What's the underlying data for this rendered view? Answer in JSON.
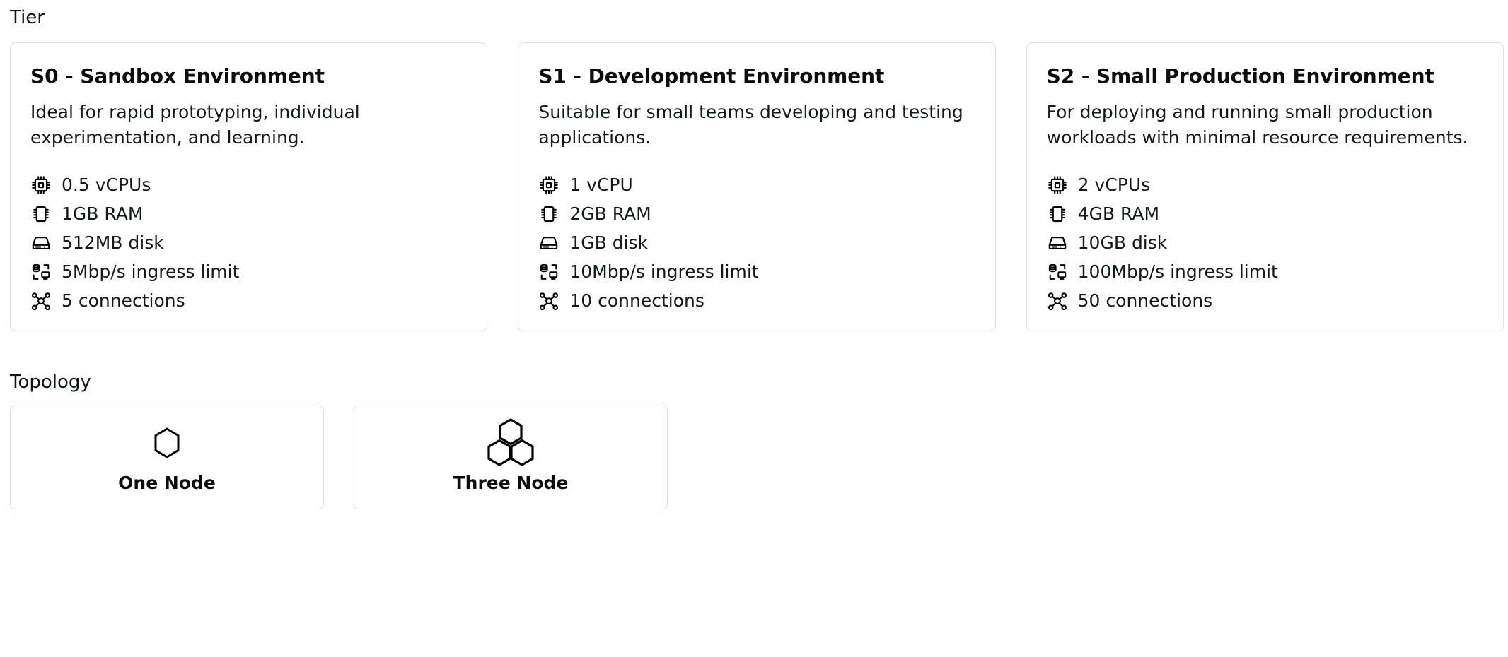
{
  "tier": {
    "section_label": "Tier",
    "cards": [
      {
        "title": "S0 - Sandbox Environment",
        "description": "Ideal for rapid prototyping, individual experimentation, and learning.",
        "specs": [
          {
            "icon": "cpu-icon",
            "text": "0.5 vCPUs"
          },
          {
            "icon": "memory-icon",
            "text": "1GB RAM"
          },
          {
            "icon": "hard-drive-icon",
            "text": "512MB disk"
          },
          {
            "icon": "data-transfer-icon",
            "text": "5Mbp/s ingress limit"
          },
          {
            "icon": "connections-icon",
            "text": "5 connections"
          }
        ]
      },
      {
        "title": "S1 - Development Environment",
        "description": "Suitable for small teams developing and testing applications.",
        "specs": [
          {
            "icon": "cpu-icon",
            "text": "1 vCPU"
          },
          {
            "icon": "memory-icon",
            "text": "2GB RAM"
          },
          {
            "icon": "hard-drive-icon",
            "text": "1GB disk"
          },
          {
            "icon": "data-transfer-icon",
            "text": "10Mbp/s ingress limit"
          },
          {
            "icon": "connections-icon",
            "text": "10 connections"
          }
        ]
      },
      {
        "title": "S2 - Small Production Environment",
        "description": "For deploying and running small production workloads with minimal resource requirements.",
        "specs": [
          {
            "icon": "cpu-icon",
            "text": "2 vCPUs"
          },
          {
            "icon": "memory-icon",
            "text": "4GB RAM"
          },
          {
            "icon": "hard-drive-icon",
            "text": "10GB disk"
          },
          {
            "icon": "data-transfer-icon",
            "text": "100Mbp/s ingress limit"
          },
          {
            "icon": "connections-icon",
            "text": "50 connections"
          }
        ]
      }
    ]
  },
  "topology": {
    "section_label": "Topology",
    "options": [
      {
        "icon": "single-hexagon-icon",
        "label": "One Node"
      },
      {
        "icon": "triple-hexagon-icon",
        "label": "Three Node"
      }
    ]
  },
  "colors": {
    "card_border": "#dbe2e6",
    "text_primary": "#0b0d0e",
    "text_body": "#16191c",
    "background": "#ffffff"
  }
}
